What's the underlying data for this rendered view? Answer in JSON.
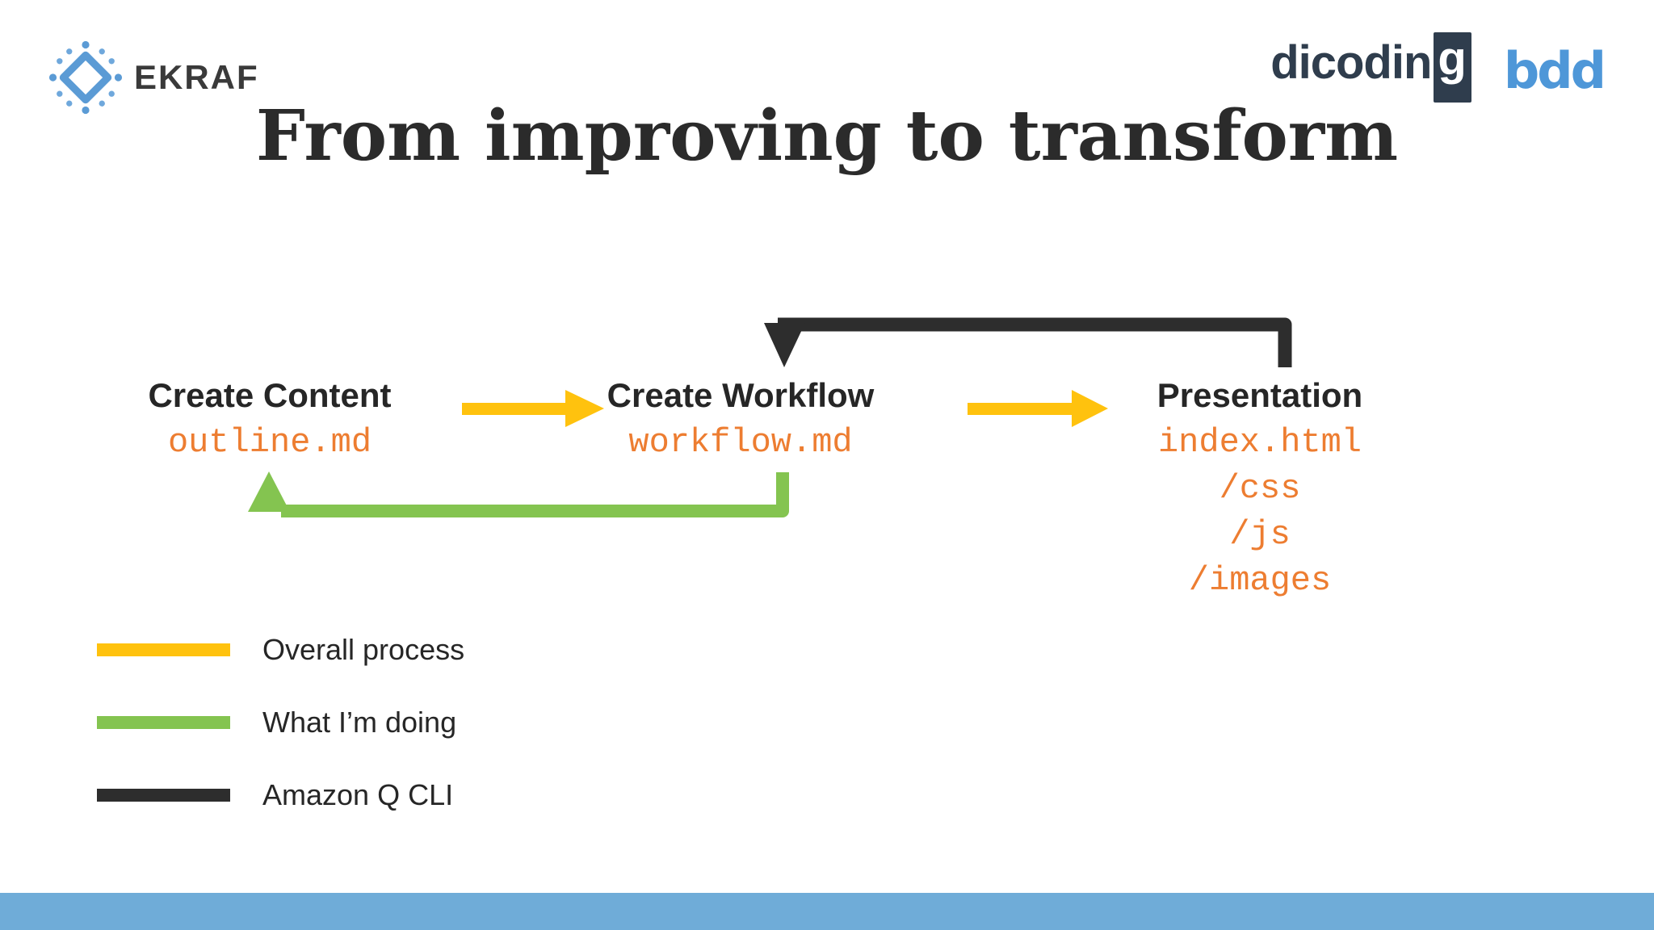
{
  "header": {
    "ekraf": {
      "label": "EKRAF",
      "icon": "ekraf-snowflake-icon"
    },
    "dicoding": {
      "text_before_g": "dicodin",
      "boxed_letter": "g"
    },
    "bdd": {
      "label": "bdd"
    }
  },
  "title": "From improving to transform",
  "diagram": {
    "nodes": [
      {
        "title": "Create Content",
        "files": [
          "outline.md"
        ]
      },
      {
        "title": "Create Workflow",
        "files": [
          "workflow.md"
        ]
      },
      {
        "title": "Presentation",
        "files": [
          "index.html",
          "/css",
          "/js",
          "/images"
        ]
      }
    ],
    "edges": [
      {
        "from": "Create Content",
        "to": "Create Workflow",
        "color_key": "yellow"
      },
      {
        "from": "Create Workflow",
        "to": "Presentation",
        "color_key": "yellow"
      },
      {
        "from": "Create Workflow",
        "to": "Create Content",
        "color_key": "green"
      },
      {
        "from": "Presentation",
        "to": "Create Workflow",
        "color_key": "black"
      }
    ]
  },
  "legend": {
    "items": [
      {
        "label": "Overall process",
        "color_key": "yellow"
      },
      {
        "label": "What I’m doing",
        "color_key": "green"
      },
      {
        "label": "Amazon Q CLI",
        "color_key": "black"
      }
    ]
  },
  "colors": {
    "yellow": "#FFC20E",
    "green": "#84C450",
    "black": "#2D2D2D",
    "orange": "#ED7D31",
    "text_dark": "#262626",
    "blue_bar": "#6FACD8",
    "ekraf_blue": "#5B9BD5",
    "dicoding_navy": "#2F3D4D",
    "bdd_blue": "#4E97D8",
    "background": "#FFFFFF"
  }
}
